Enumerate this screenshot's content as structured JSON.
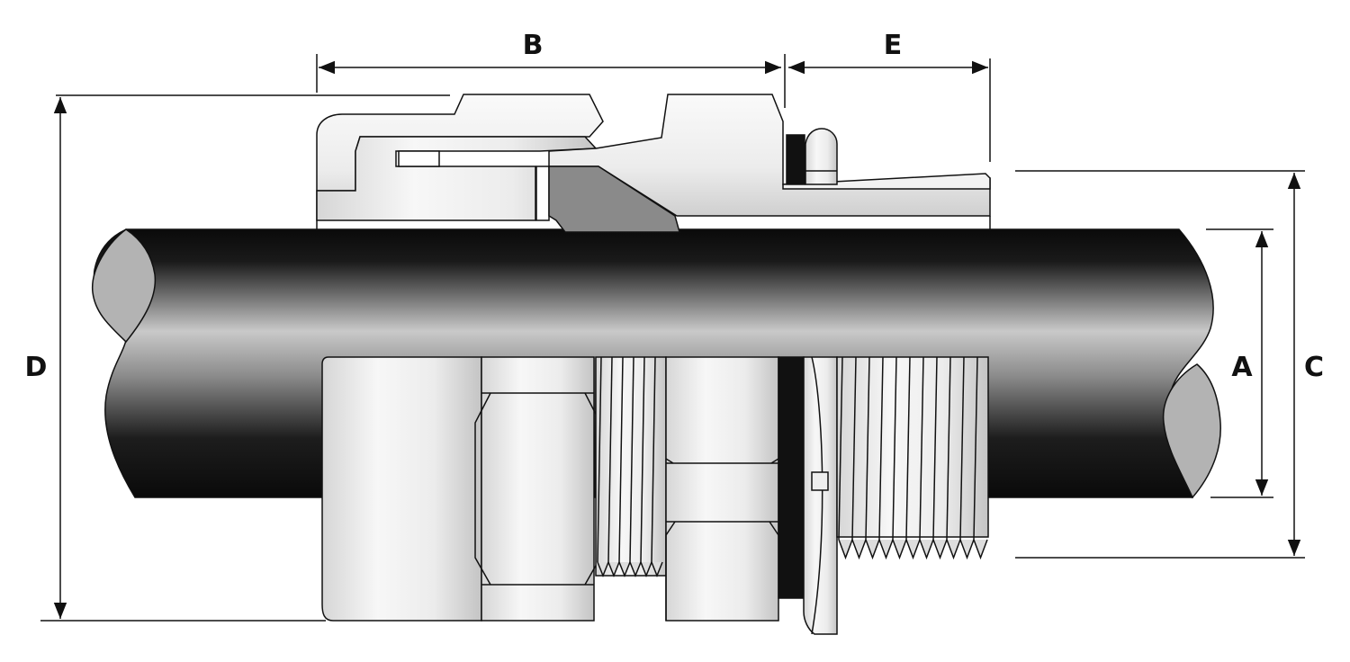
{
  "diagram": {
    "dimension_labels": {
      "B": "B",
      "E": "E",
      "D": "D",
      "A": "A",
      "C": "C"
    },
    "colors": {
      "cable_dark": "#111111",
      "cable_light": "#c8c8c8",
      "metal_light": "#f4f4f4",
      "metal_shade": "#cfcfcf",
      "seal_gray": "#8a8a8a",
      "washer_black": "#111111"
    }
  }
}
